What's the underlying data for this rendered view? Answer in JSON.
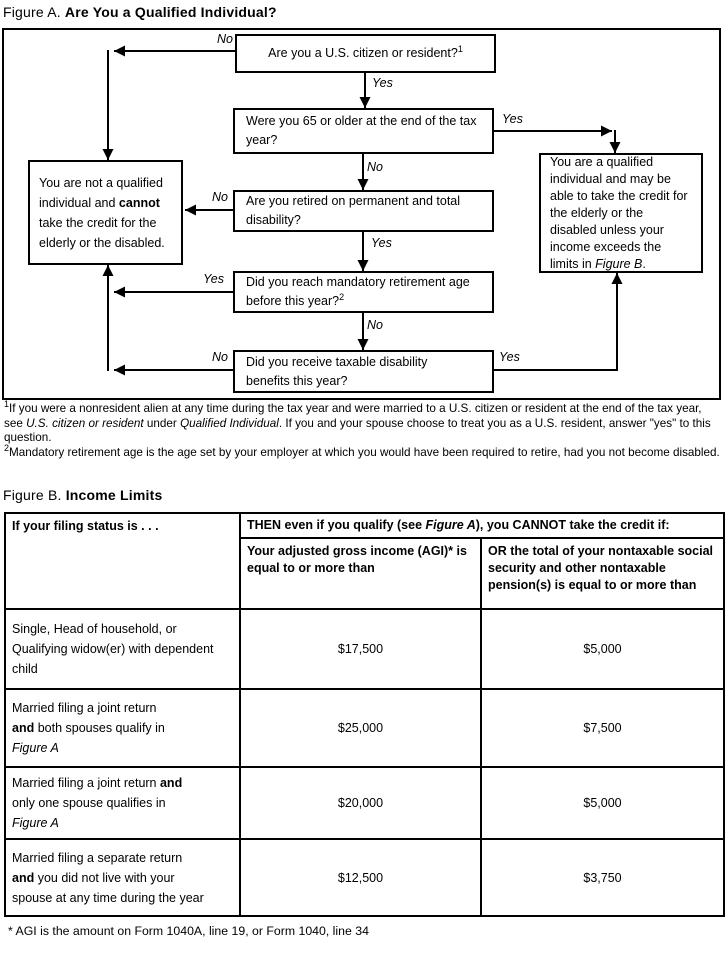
{
  "figure_a": {
    "label": "Figure A.",
    "title": "Are You a Qualified Individual?",
    "labels": {
      "yes": "Yes",
      "no": "No"
    },
    "boxes": {
      "q1": {
        "text": "Are you a U.S. citizen or resident?",
        "footnote_ref": "1"
      },
      "q2": {
        "text": "Were you 65 or older at the end of the tax year?"
      },
      "q3": {
        "text": "Are you retired on permanent and total disability?"
      },
      "q4": {
        "text": "Did you reach mandatory retirement age before this year?",
        "footnote_ref": "2"
      },
      "q5": {
        "text": "Did you receive taxable disability benefits this year?"
      },
      "not_qualified": {
        "pre": "You are not a qualified individual and ",
        "bold": "cannot",
        "post": " take the credit for the elderly or the disabled."
      },
      "qualified": {
        "pre": "You are a qualified individual and may be able to take the credit for the elderly or the disabled unless your income exceeds the limits in ",
        "italic": "Figure B",
        "post": "."
      }
    },
    "footnote1": {
      "ref": "1",
      "pre": "If you were a nonresident alien at any time during the tax year and were married to a U.S. citizen or resident at the end of the tax year, see ",
      "italic1": "U.S. citizen or resident",
      "mid": " under ",
      "italic2": "Qualified Individual",
      "post": ". If you and your spouse choose to treat you as a U.S. resident, answer \"yes\" to this question."
    },
    "footnote2": {
      "ref": "2",
      "text": "Mandatory retirement age is the age set by your employer at which you would have been required to retire, had you not become disabled."
    }
  },
  "figure_b": {
    "label": "Figure B.",
    "title": "Income Limits",
    "table": {
      "filing_status_header": "If your filing status is . . .",
      "then_header": {
        "pre": "THEN even if you qualify (see ",
        "italic": "Figure A",
        "post": "), you CANNOT take the credit if:"
      },
      "agi_header": "Your adjusted gross income (AGI)* is equal to or more than",
      "nontaxable_header": "OR the total of your nontaxable social security and other nontaxable pension(s) is equal to or more than",
      "rows": [
        {
          "status": {
            "pre": "Single, Head of household, or Qualifying widow(er) with dependent child"
          },
          "agi": "$17,500",
          "nontaxable": "$5,000"
        },
        {
          "status": {
            "pre": "Married filing a joint return",
            "bold": "and",
            "mid": " both spouses qualify in",
            "italic": "Figure A"
          },
          "agi": "$25,000",
          "nontaxable": "$7,500"
        },
        {
          "status": {
            "pre": "Married filing a joint return ",
            "bold": "and",
            "mid": "only one spouse qualifies in",
            "italic": "Figure A"
          },
          "agi": "$20,000",
          "nontaxable": "$5,000"
        },
        {
          "status": {
            "pre": "Married filing a separate return",
            "bold": "and",
            "mid": " you did not live with your",
            "post": "spouse at any time during the year"
          },
          "agi": "$12,500",
          "nontaxable": "$3,750"
        }
      ],
      "agi_footnote": "* AGI is the amount on Form 1040A, line 19, or Form 1040, line 34"
    }
  }
}
